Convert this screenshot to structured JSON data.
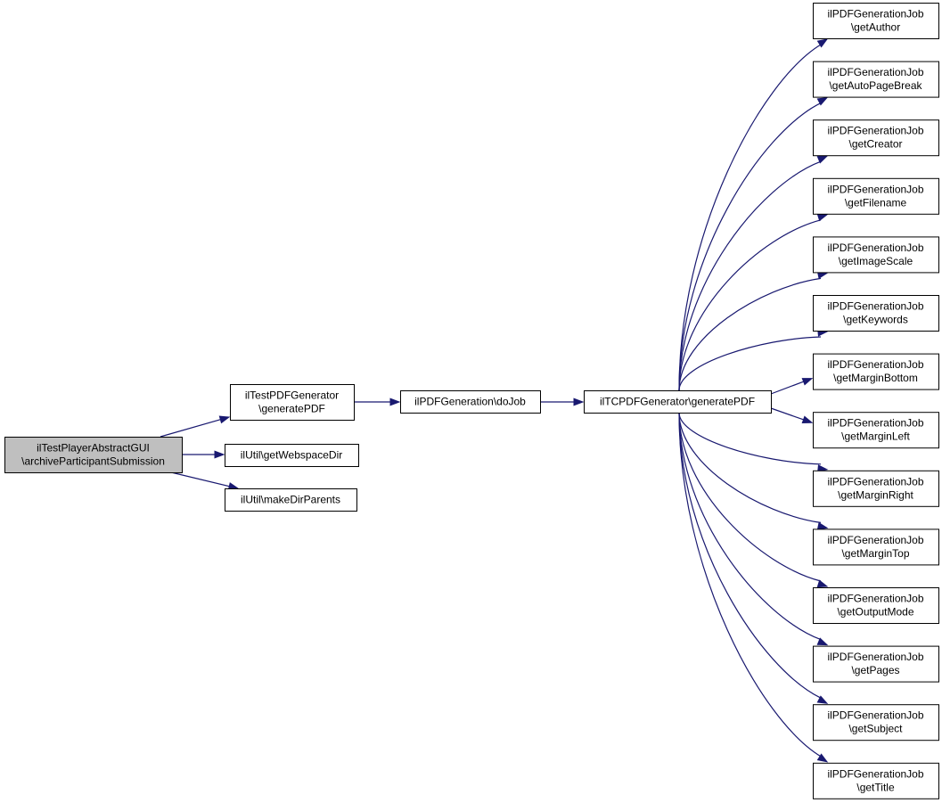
{
  "diagram": {
    "colors": {
      "edge": "#191970",
      "root_fill": "#bfbfbf",
      "node_fill": "#ffffff",
      "border": "#000000"
    },
    "nodes": [
      {
        "id": "root",
        "lines": [
          "ilTestPlayerAbstractGUI",
          "\\archiveParticipantSubmission"
        ],
        "root": true
      },
      {
        "id": "testpdf",
        "lines": [
          "ilTestPDFGenerator",
          "\\generatePDF"
        ]
      },
      {
        "id": "webspace",
        "lines": [
          "ilUtil\\getWebspaceDir"
        ]
      },
      {
        "id": "makedir",
        "lines": [
          "ilUtil\\makeDirParents"
        ]
      },
      {
        "id": "dojob",
        "lines": [
          "ilPDFGeneration\\doJob"
        ]
      },
      {
        "id": "tcpdf",
        "lines": [
          "ilTCPDFGenerator\\generatePDF"
        ]
      },
      {
        "id": "getAuthor",
        "lines": [
          "ilPDFGenerationJob",
          "\\getAuthor"
        ]
      },
      {
        "id": "getAutoPageBreak",
        "lines": [
          "ilPDFGenerationJob",
          "\\getAutoPageBreak"
        ]
      },
      {
        "id": "getCreator",
        "lines": [
          "ilPDFGenerationJob",
          "\\getCreator"
        ]
      },
      {
        "id": "getFilename",
        "lines": [
          "ilPDFGenerationJob",
          "\\getFilename"
        ]
      },
      {
        "id": "getImageScale",
        "lines": [
          "ilPDFGenerationJob",
          "\\getImageScale"
        ]
      },
      {
        "id": "getKeywords",
        "lines": [
          "ilPDFGenerationJob",
          "\\getKeywords"
        ]
      },
      {
        "id": "getMarginBottom",
        "lines": [
          "ilPDFGenerationJob",
          "\\getMarginBottom"
        ]
      },
      {
        "id": "getMarginLeft",
        "lines": [
          "ilPDFGenerationJob",
          "\\getMarginLeft"
        ]
      },
      {
        "id": "getMarginRight",
        "lines": [
          "ilPDFGenerationJob",
          "\\getMarginRight"
        ]
      },
      {
        "id": "getMarginTop",
        "lines": [
          "ilPDFGenerationJob",
          "\\getMarginTop"
        ]
      },
      {
        "id": "getOutputMode",
        "lines": [
          "ilPDFGenerationJob",
          "\\getOutputMode"
        ]
      },
      {
        "id": "getPages",
        "lines": [
          "ilPDFGenerationJob",
          "\\getPages"
        ]
      },
      {
        "id": "getSubject",
        "lines": [
          "ilPDFGenerationJob",
          "\\getSubject"
        ]
      },
      {
        "id": "getTitle",
        "lines": [
          "ilPDFGenerationJob",
          "\\getTitle"
        ]
      }
    ],
    "edges": [
      [
        "root",
        "testpdf"
      ],
      [
        "root",
        "webspace"
      ],
      [
        "root",
        "makedir"
      ],
      [
        "testpdf",
        "dojob"
      ],
      [
        "dojob",
        "tcpdf"
      ],
      [
        "tcpdf",
        "getAuthor"
      ],
      [
        "tcpdf",
        "getAutoPageBreak"
      ],
      [
        "tcpdf",
        "getCreator"
      ],
      [
        "tcpdf",
        "getFilename"
      ],
      [
        "tcpdf",
        "getImageScale"
      ],
      [
        "tcpdf",
        "getKeywords"
      ],
      [
        "tcpdf",
        "getMarginBottom"
      ],
      [
        "tcpdf",
        "getMarginLeft"
      ],
      [
        "tcpdf",
        "getMarginRight"
      ],
      [
        "tcpdf",
        "getMarginTop"
      ],
      [
        "tcpdf",
        "getOutputMode"
      ],
      [
        "tcpdf",
        "getPages"
      ],
      [
        "tcpdf",
        "getSubject"
      ],
      [
        "tcpdf",
        "getTitle"
      ]
    ]
  }
}
